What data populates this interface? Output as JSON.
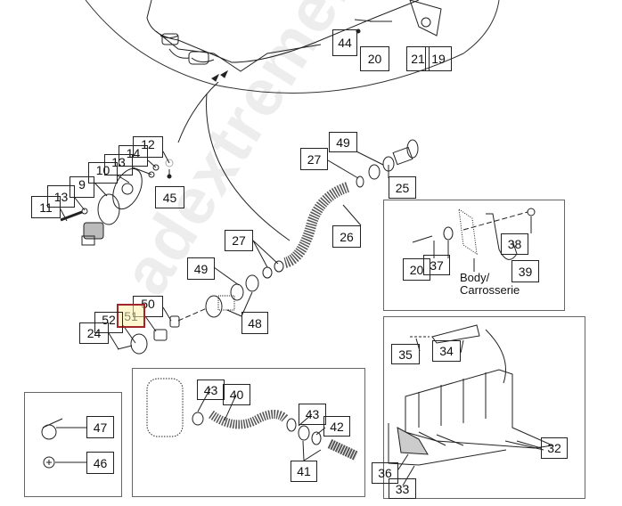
{
  "diagram": {
    "watermark": "adextremelife.ru",
    "body_note": [
      "Body/",
      "Carrosserie"
    ],
    "callouts": {
      "top": [
        "44",
        "20",
        "21",
        "19"
      ],
      "drain_plug": [
        "12",
        "14",
        "13",
        "10",
        "9",
        "13",
        "11",
        "45"
      ],
      "drain_fitting": [
        "50",
        "51",
        "52",
        "24"
      ],
      "hose_upper": [
        "49",
        "27",
        "25",
        "26",
        "27",
        "49",
        "48"
      ],
      "body_panel": [
        "20",
        "37",
        "38",
        "39"
      ],
      "small_panel": [
        "47",
        "46"
      ],
      "pump_panel": [
        "43",
        "40",
        "43",
        "42",
        "41"
      ],
      "rack_panel": [
        "35",
        "34",
        "32",
        "36",
        "33"
      ]
    },
    "highlighted_callout": "51",
    "highlight_color": "#a0262b"
  }
}
